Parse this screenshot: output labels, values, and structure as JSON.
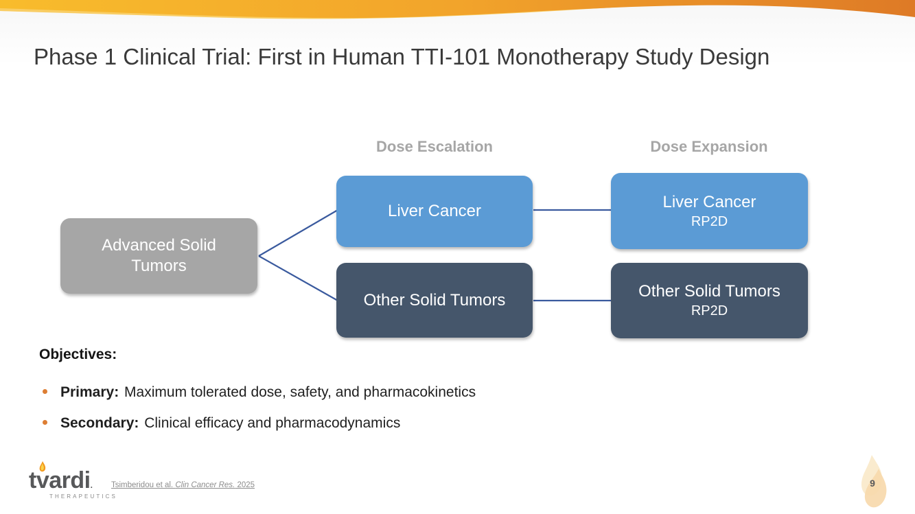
{
  "slide": {
    "title": "Phase 1 Clinical Trial: First in Human TTI-101 Monotherapy Study Design",
    "page_number": "9"
  },
  "diagram": {
    "column_headers": [
      {
        "label": "Dose Escalation"
      },
      {
        "label": "Dose Expansion"
      }
    ],
    "source_box": {
      "label": "Advanced Solid Tumors"
    },
    "escalation_boxes": [
      {
        "label": "Liver Cancer"
      },
      {
        "label": "Other Solid Tumors"
      }
    ],
    "expansion_boxes": [
      {
        "label": "Liver Cancer",
        "sublabel": "RP2D"
      },
      {
        "label": "Other Solid Tumors",
        "sublabel": "RP2D"
      }
    ]
  },
  "objectives": {
    "heading": "Objectives:",
    "bullets": [
      {
        "lead": "Primary:",
        "text": " Maximum tolerated dose, safety, and pharmacokinetics"
      },
      {
        "lead": "Secondary:",
        "text": " Clinical efficacy and pharmacodynamics"
      }
    ]
  },
  "footer": {
    "logo_t": "t",
    "logo_v": "v",
    "logo_rest": "ardi",
    "logo_tm": ".",
    "logo_subtext": "THERAPEUTICS",
    "citation_prefix": "Tsimberidou et al. ",
    "citation_journal": "Clin Cancer Res.",
    "citation_suffix": " 2025"
  },
  "colors": {
    "accent_light_blue": "#5B9BD5",
    "accent_dark_slate": "#45566B",
    "neutral_gray_box": "#A6A6A6",
    "header_gray": "#A6A6A6",
    "connector_blue": "#3A5A9E",
    "bullet_orange": "#DD7E33",
    "wave_gold": "#F6B32B",
    "wave_orange": "#E0802A",
    "flame_pale": "#F9DDB6"
  }
}
